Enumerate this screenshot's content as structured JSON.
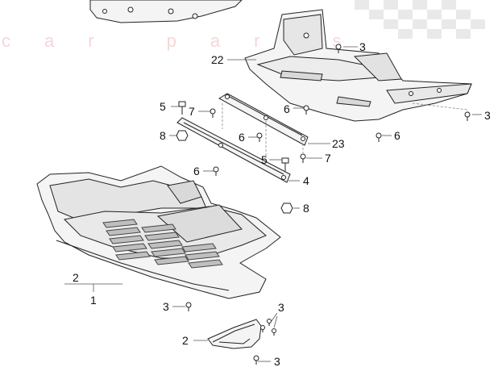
{
  "watermark": {
    "tagline": "car parts",
    "color": "#f2b3b8"
  },
  "callouts": {
    "c22": "22",
    "c3a": "3",
    "c3b": "3",
    "c5a": "5",
    "c7a": "7",
    "c6a": "6",
    "c6b": "6",
    "c8a": "8",
    "c6c": "6",
    "c23": "23",
    "c5b": "5",
    "c7b": "7",
    "c6d": "6",
    "c4": "4",
    "c8b": "8",
    "c2a": "2",
    "c1": "1",
    "c3c": "3",
    "c3d": "3",
    "c2b": "2",
    "c3e": "3"
  },
  "colors": {
    "line": "#222222",
    "part_fill": "#f4f4f4",
    "part_shade": "#d9d9d9",
    "vent": "#555555"
  }
}
